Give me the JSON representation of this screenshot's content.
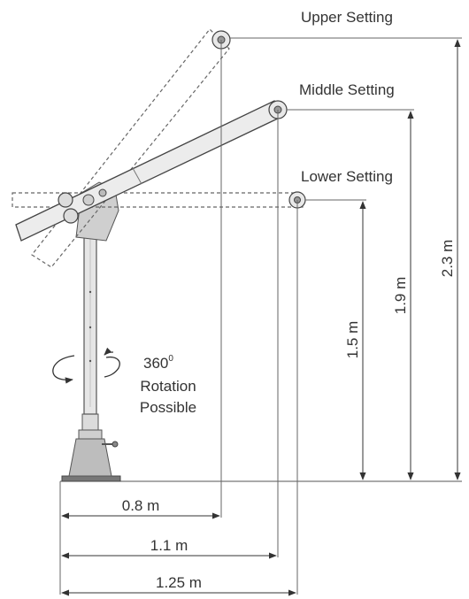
{
  "settings": {
    "upper": "Upper Setting",
    "middle": "Middle Setting",
    "lower": "Lower Setting"
  },
  "heights": {
    "lower": "1.5 m",
    "middle": "1.9 m",
    "upper": "2.3 m"
  },
  "reaches": {
    "upper": "0.8 m",
    "middle": "1.1 m",
    "lower": "1.25 m"
  },
  "rotation": {
    "degrees": "360",
    "degree_mark": "0",
    "line1": "Rotation",
    "line2": "Possible"
  }
}
